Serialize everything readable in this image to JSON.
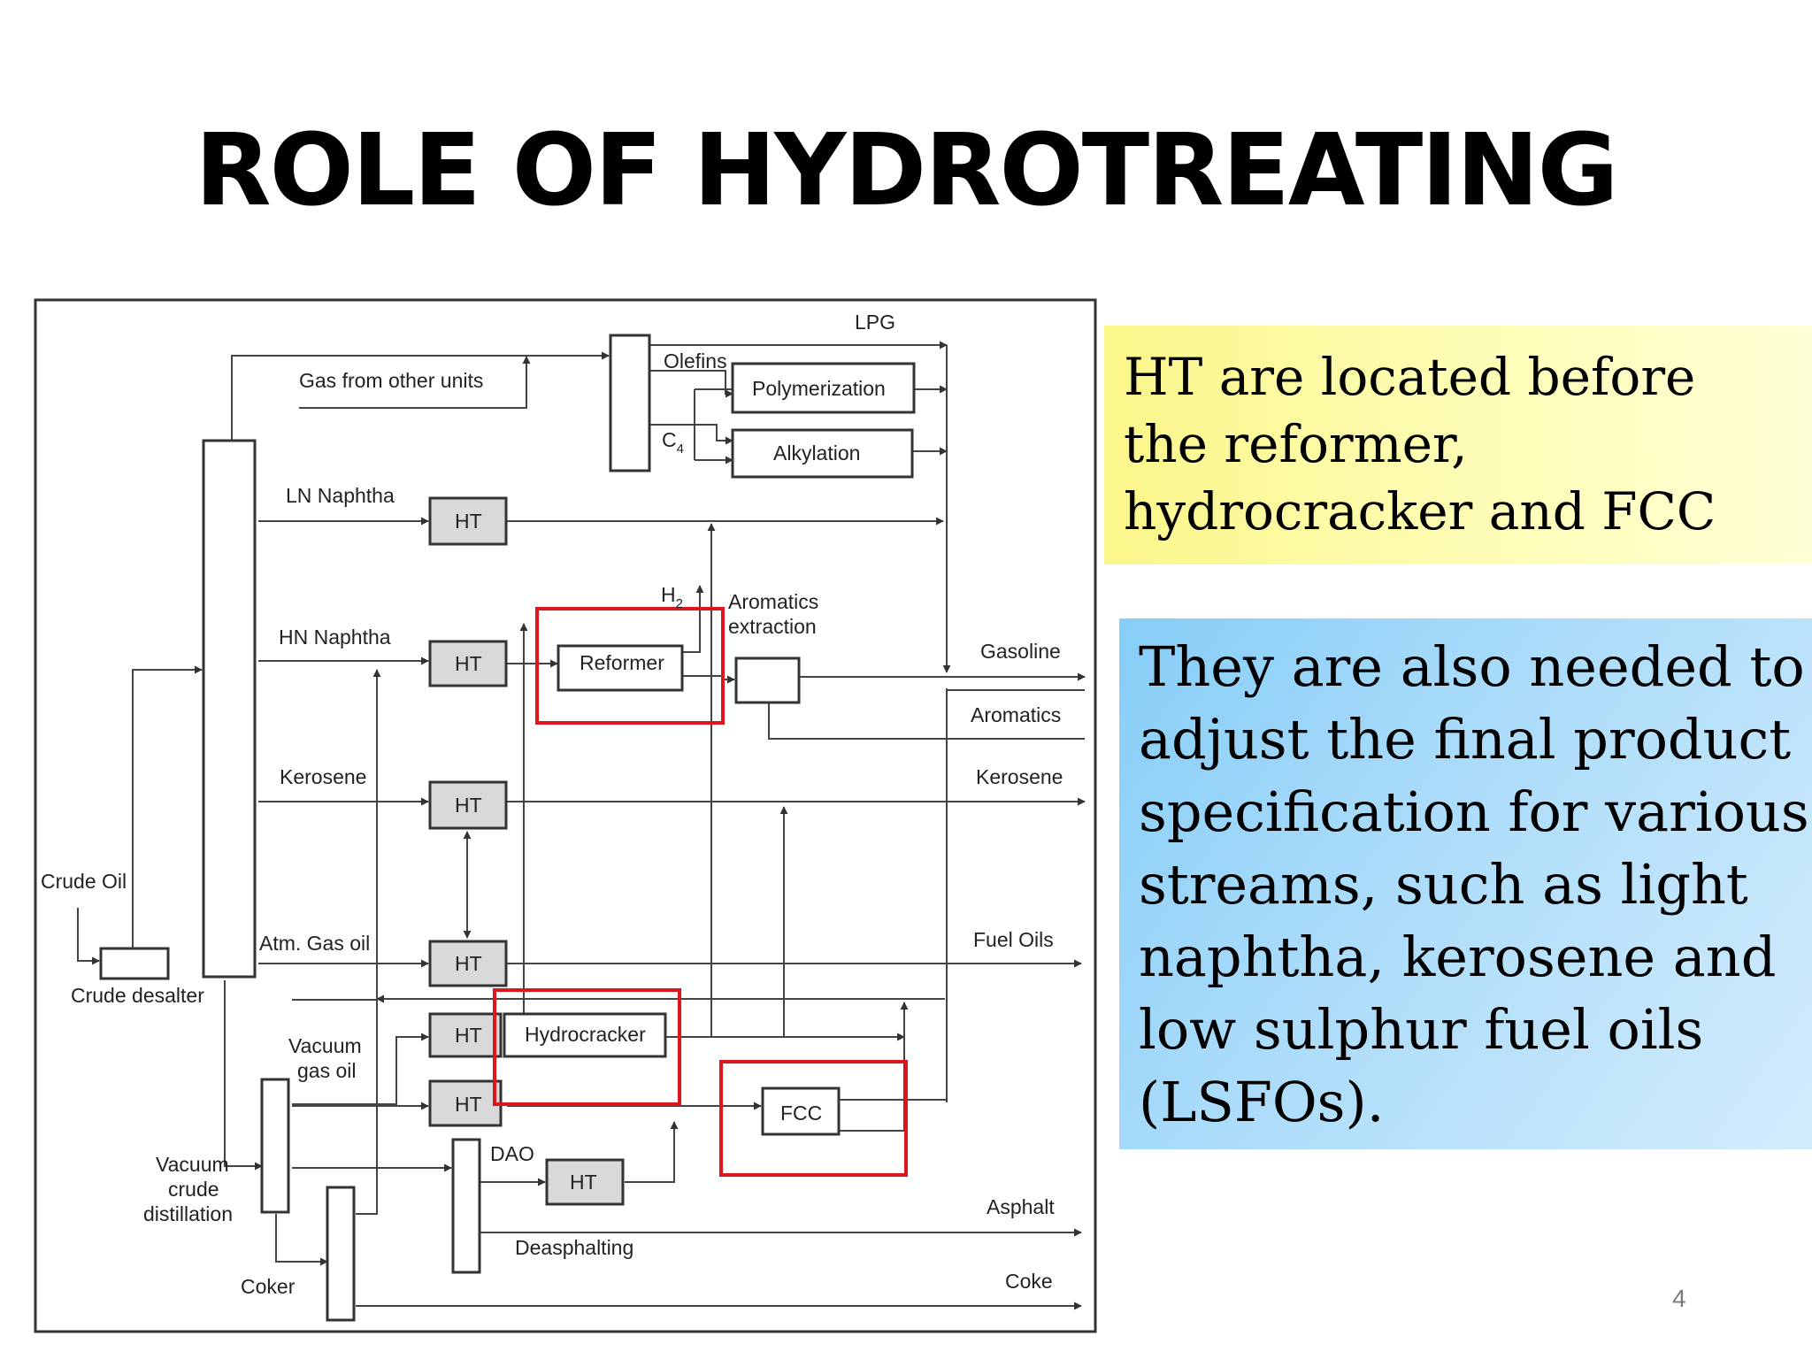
{
  "slide": {
    "title": "ROLE OF HYDROTREATING",
    "page_number": "4"
  },
  "diagram": {
    "labels": {
      "lpg": "LPG",
      "olefins": "Olefins",
      "gas_from_other_units": "Gas from other units",
      "polymerization": "Polymerization",
      "c4": "C",
      "c4_sub": "4",
      "alkylation": "Alkylation",
      "ln_naphtha": "LN Naphtha",
      "ht": "HT",
      "h2": "H",
      "h2_sub": "2",
      "aromatics_extraction_1": "Aromatics",
      "aromatics_extraction_2": "extraction",
      "hn_naphtha": "HN Naphtha",
      "reformer": "Reformer",
      "gasoline": "Gasoline",
      "aromatics": "Aromatics",
      "kerosene_in": "Kerosene",
      "kerosene_out": "Kerosene",
      "crude_oil": "Crude Oil",
      "atm_gas_oil": "Atm. Gas oil",
      "fuel_oils": "Fuel Oils",
      "crude_desalter": "Crude desalter",
      "hydrocracker": "Hydrocracker",
      "vacuum_gas_oil_1": "Vacuum",
      "vacuum_gas_oil_2": "gas oil",
      "fcc": "FCC",
      "dao": "DAO",
      "vacuum_crude_1": "Vacuum",
      "vacuum_crude_2": "crude",
      "vacuum_crude_3": "distillation",
      "asphalt": "Asphalt",
      "deasphalting": "Deasphalting",
      "coker": "Coker",
      "coke": "Coke"
    },
    "highlight_color": "#e0141c",
    "ht_fill": "#d9d9d9"
  },
  "callouts": {
    "box1": {
      "lines": [
        "HT are located before",
        "the reformer,",
        "hydrocracker and FCC"
      ]
    },
    "box2": {
      "lines": [
        "They are also needed to",
        "adjust the final product",
        "specification for various",
        "streams,  such as light",
        "naphtha, kerosene and",
        "low sulphur fuel oils",
        "(LSFOs)."
      ]
    }
  }
}
